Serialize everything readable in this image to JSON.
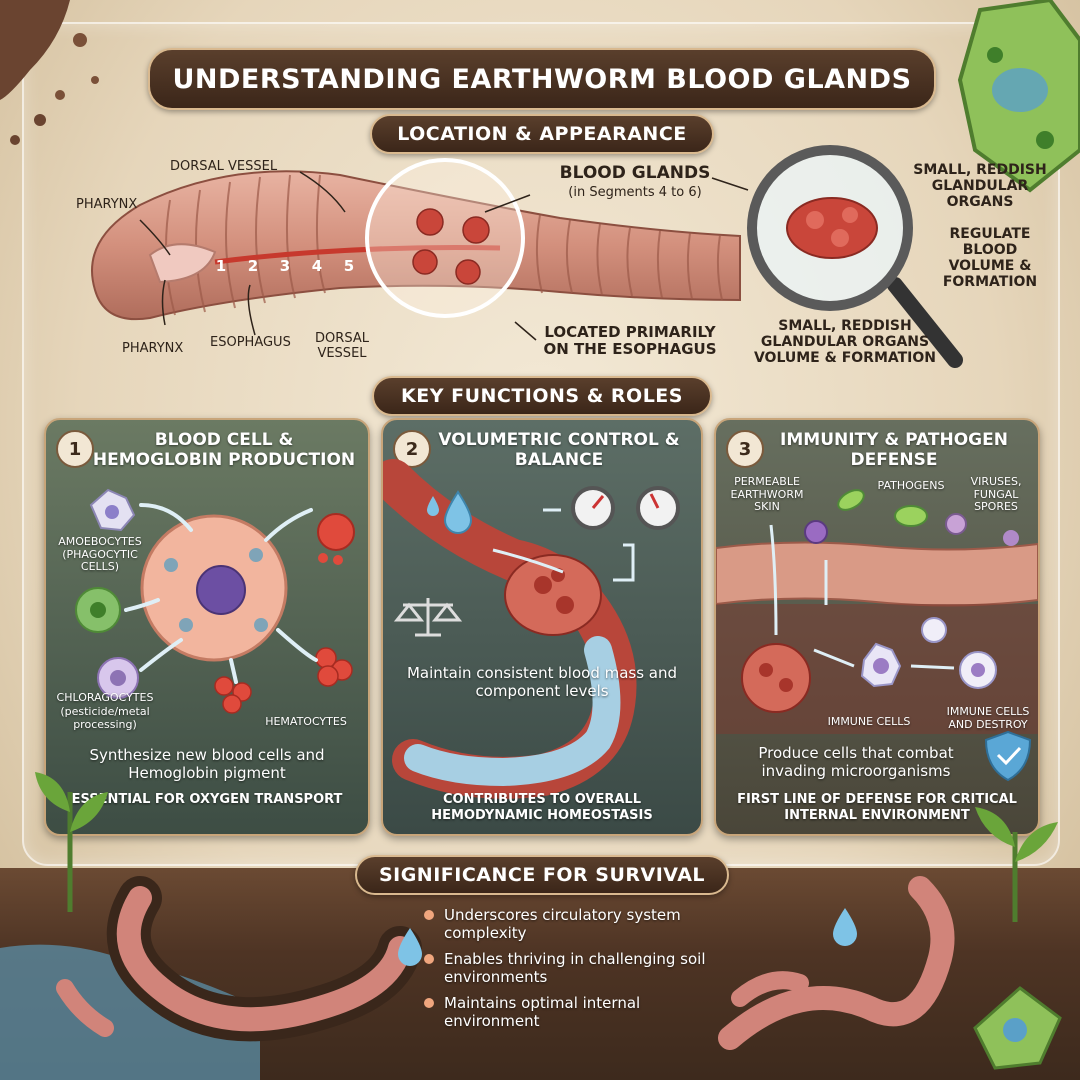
{
  "title": "UNDERSTANDING EARTHWORM BLOOD GLANDS",
  "sections": {
    "location": "LOCATION & APPEARANCE",
    "functions": "KEY FUNCTIONS & ROLES",
    "significance": "SIGNIFICANCE FOR SURVIVAL"
  },
  "anatomy": {
    "dorsal_vessel_top": "DORSAL VESSEL",
    "pharynx_top": "PHARYNX",
    "pharynx_bottom": "PHARYNX",
    "esophagus": "ESOPHAGUS",
    "dorsal_vessel_bottom": "DORSAL VESSEL",
    "segment_numbers": [
      "1",
      "2",
      "3",
      "4",
      "5"
    ],
    "blood_glands": "BLOOD GLANDS",
    "blood_glands_sub": "(in Segments 4 to 6)",
    "located": "LOCATED PRIMARILY ON THE ESOPHAGUS",
    "right_1": "SMALL, REDDISH GLANDULAR ORGANS",
    "right_2": "REGULATE BLOOD VOLUME & FORMATION",
    "right_3": "SMALL, REDDISH GLANDULAR ORGANS VOLUME & FORMATION"
  },
  "panels": [
    {
      "num": "1",
      "title": "BLOOD CELL & HEMOGLOBIN PRODUCTION",
      "labels": {
        "amoebocytes": "AMOEBOCYTES (PHAGOCYTIC CELLS)",
        "chloragocytes": "CHLORAGOCYTES",
        "chloragocytes_sub": "(pesticide/metal processing)",
        "hematocytes": "HEMATOCYTES"
      },
      "desc": "Synthesize new blood cells and Hemoglobin pigment",
      "footer": "ESSENTIAL FOR OXYGEN TRANSPORT"
    },
    {
      "num": "2",
      "title": "VOLUMETRIC CONTROL & BALANCE",
      "desc": "Maintain consistent blood mass and component levels",
      "footer": "CONTRIBUTES TO OVERALL HEMODYNAMIC HOMEOSTASIS"
    },
    {
      "num": "3",
      "title": "IMMUNITY & PATHOGEN DEFENSE",
      "labels": {
        "skin": "PERMEABLE EARTHWORM SKIN",
        "pathogens": "PATHOGENS",
        "viruses": "VIRUSES, FUNGAL SPORES",
        "immune": "IMMUNE CELLS",
        "destroy": "IMMUNE CELLS AND DESTROY"
      },
      "desc": "Produce cells that combat invading microorganisms",
      "footer": "FIRST LINE OF DEFENSE FOR CRITICAL INTERNAL ENVIRONMENT"
    }
  ],
  "significance_points": [
    "Underscores circulatory system complexity",
    "Enables thriving in challenging soil environments",
    "Maintains optimal internal environment"
  ],
  "icons": [
    "magnifier-icon",
    "balance-scale-icon",
    "water-drop-icon",
    "gauge-icon",
    "shield-check-icon",
    "plant-icon"
  ],
  "colors": {
    "banner": "#3b2619",
    "banner_border": "#d9b98f",
    "worm": "#d99a86",
    "gland": "#c9463a",
    "bullet": "#f0a67e"
  }
}
